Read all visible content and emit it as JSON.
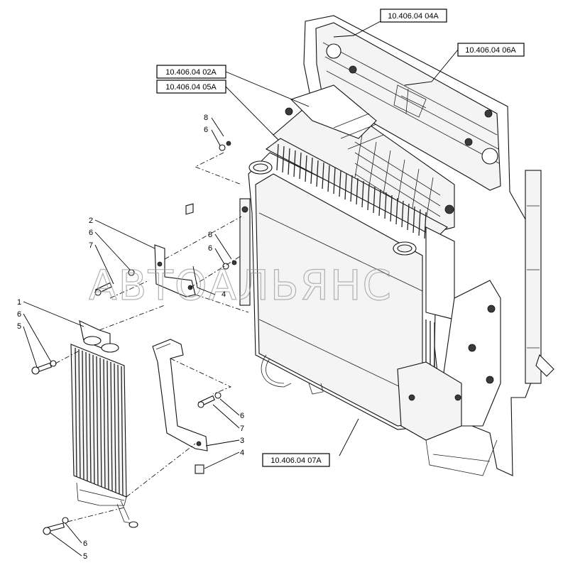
{
  "references": [
    {
      "id": "ref-04",
      "text": "10.406.04 04A"
    },
    {
      "id": "ref-06",
      "text": "10.406.04 06A"
    },
    {
      "id": "ref-02",
      "text": "10.406.04 02A"
    },
    {
      "id": "ref-05",
      "text": "10.406.04 05A"
    },
    {
      "id": "ref-07",
      "text": "10.406.04 07A"
    }
  ],
  "callouts": {
    "c8a": "8",
    "c6a": "6",
    "c2": "2",
    "c6b": "6",
    "c7a": "7",
    "c8b": "8",
    "c6c": "6",
    "c4a": "4",
    "c1": "1",
    "c6d": "6",
    "c5a": "5",
    "c6e": "6",
    "c7b": "7",
    "c3": "3",
    "c4b": "4",
    "c6f": "6",
    "c5b": "5"
  },
  "watermark": "АВТОАЛЬЯНС"
}
